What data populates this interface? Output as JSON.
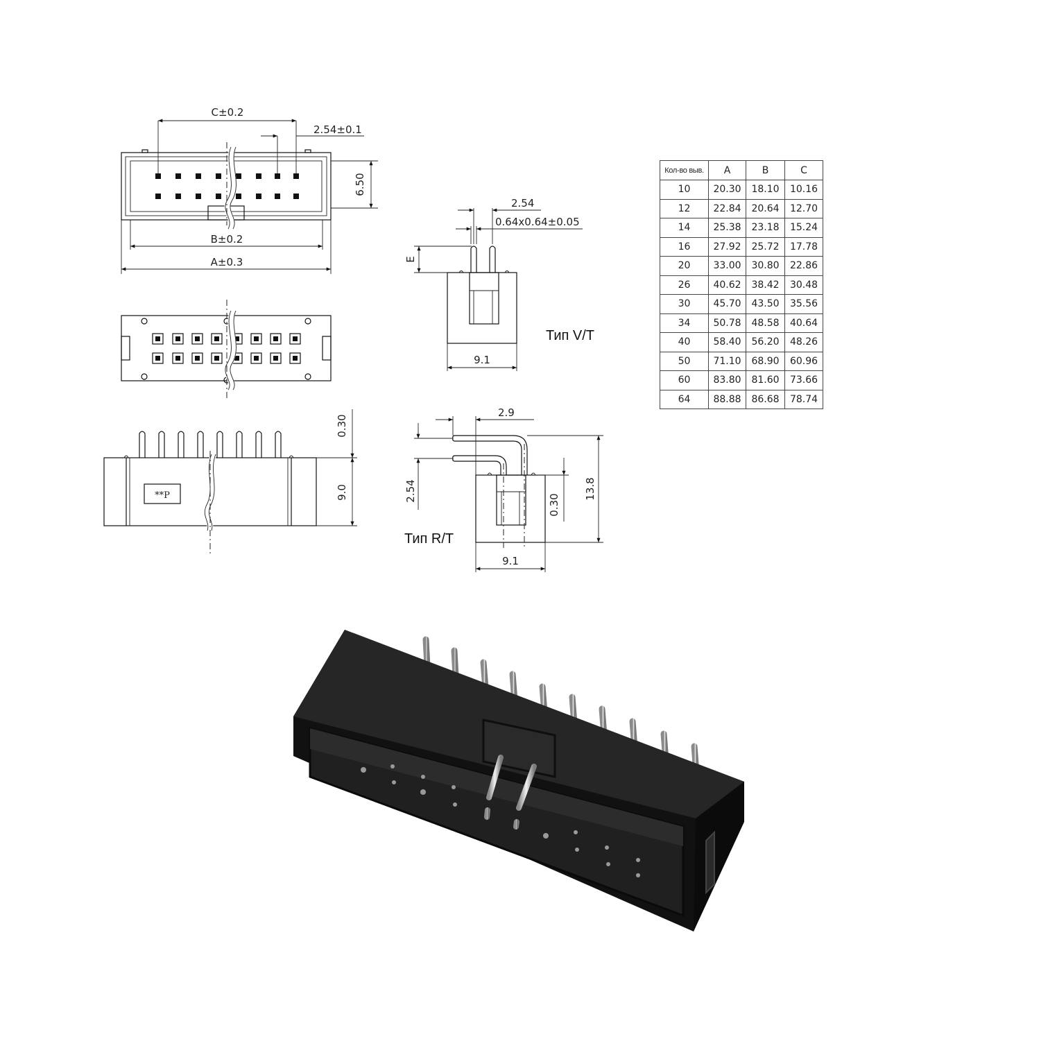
{
  "drawing": {
    "top_view": {
      "dim_c": "C±0.2",
      "dim_pitch": "2.54±0.1",
      "dim_height": "6.50",
      "dim_b": "B±0.2",
      "dim_a": "A±0.3"
    },
    "vt_view": {
      "dim_pitch": "2.54",
      "dim_pin": "0.64x0.64±0.05",
      "dim_e": "E",
      "dim_width": "9.1",
      "type_label": "Тип V/T"
    },
    "side_view": {
      "dim_pin_top": "0.30",
      "dim_height": "9.0",
      "marking": "**P"
    },
    "rt_view": {
      "dim_offset": "2.9",
      "dim_pitch": "2.54",
      "dim_gap": "0.30",
      "dim_height": "13.8",
      "dim_width": "9.1",
      "type_label": "Тип R/T"
    }
  },
  "table": {
    "headers": [
      "Кол-во выв.",
      "A",
      "B",
      "C"
    ],
    "rows": [
      [
        "10",
        "20.30",
        "18.10",
        "10.16"
      ],
      [
        "12",
        "22.84",
        "20.64",
        "12.70"
      ],
      [
        "14",
        "25.38",
        "23.18",
        "15.24"
      ],
      [
        "16",
        "27.92",
        "25.72",
        "17.78"
      ],
      [
        "20",
        "33.00",
        "30.80",
        "22.86"
      ],
      [
        "26",
        "40.62",
        "38.42",
        "30.48"
      ],
      [
        "30",
        "45.70",
        "43.50",
        "35.56"
      ],
      [
        "34",
        "50.78",
        "48.58",
        "40.64"
      ],
      [
        "40",
        "58.40",
        "56.20",
        "48.26"
      ],
      [
        "50",
        "71.10",
        "68.90",
        "60.96"
      ],
      [
        "60",
        "83.80",
        "81.60",
        "73.66"
      ],
      [
        "64",
        "88.88",
        "86.68",
        "78.74"
      ]
    ]
  }
}
